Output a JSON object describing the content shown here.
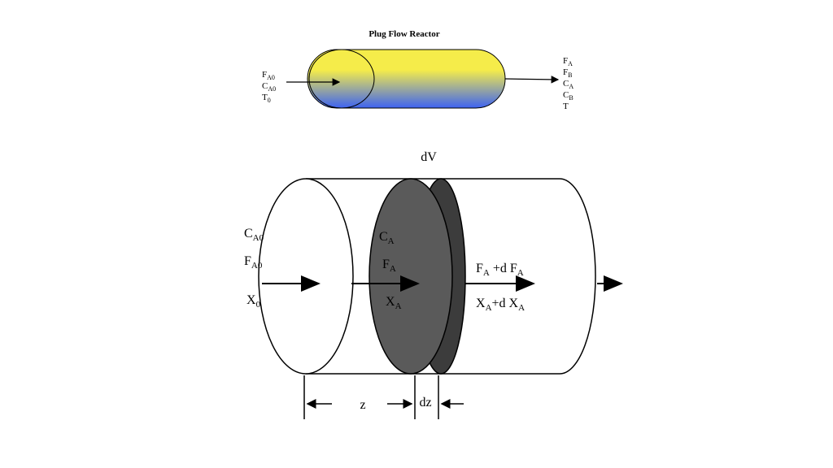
{
  "top_diagram": {
    "title": "Plug Flow Reactor",
    "inlet": [
      {
        "main": "F",
        "sub": "A0"
      },
      {
        "main": "C",
        "sub": "A0"
      },
      {
        "main": "T",
        "sub": "0"
      }
    ],
    "outlet": [
      {
        "main": "F",
        "sub": "A"
      },
      {
        "main": "F",
        "sub": "B"
      },
      {
        "main": "C",
        "sub": "A"
      },
      {
        "main": "C",
        "sub": "B"
      },
      {
        "main": "T",
        "sub": ""
      }
    ],
    "colors": {
      "top": "#f5ec4a",
      "bottom": "#3d63f2"
    }
  },
  "bottom_diagram": {
    "dv_label": "dV",
    "inlet": [
      {
        "main": "C",
        "sub": "A0"
      },
      {
        "main": "F",
        "sub": "A0"
      },
      {
        "main": "X",
        "sub": "0"
      }
    ],
    "element": [
      {
        "main": "C",
        "sub": "A"
      },
      {
        "main": "F",
        "sub": "A"
      },
      {
        "main": "X",
        "sub": "A"
      }
    ],
    "outlet_flow": {
      "a": "F",
      "a_sub": "A",
      "b": " +d F",
      "b_sub": "A"
    },
    "outlet_conv": {
      "a": "X",
      "a_sub": "A",
      "b": "+d X",
      "b_sub": "A"
    },
    "z_label": "z",
    "dz_label": "dz",
    "colors": {
      "disk_front": "#5a5a5a",
      "disk_back": "#3c3c3c"
    }
  }
}
